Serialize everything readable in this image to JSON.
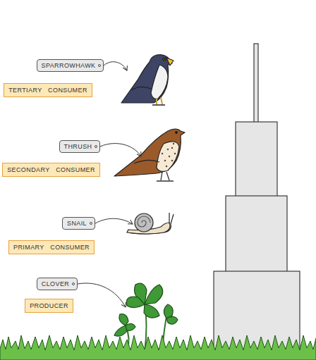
{
  "diagram": {
    "nodes": [
      {
        "text": [
          "SPARROWHAWK"
        ]
      },
      {
        "text": [
          "TERTIARY   CONSUMER"
        ]
      },
      {
        "text": [
          "THRUSH"
        ]
      },
      {
        "text": [
          "SECONDARY   CONSUMER"
        ]
      },
      {
        "text": [
          "SNAIL"
        ]
      },
      {
        "text": [
          "PRIMARY   CONSUMER"
        ]
      },
      {
        "text": [
          "CLOVER"
        ]
      },
      {
        "text": [
          "PRODUCER"
        ]
      }
    ]
  }
}
